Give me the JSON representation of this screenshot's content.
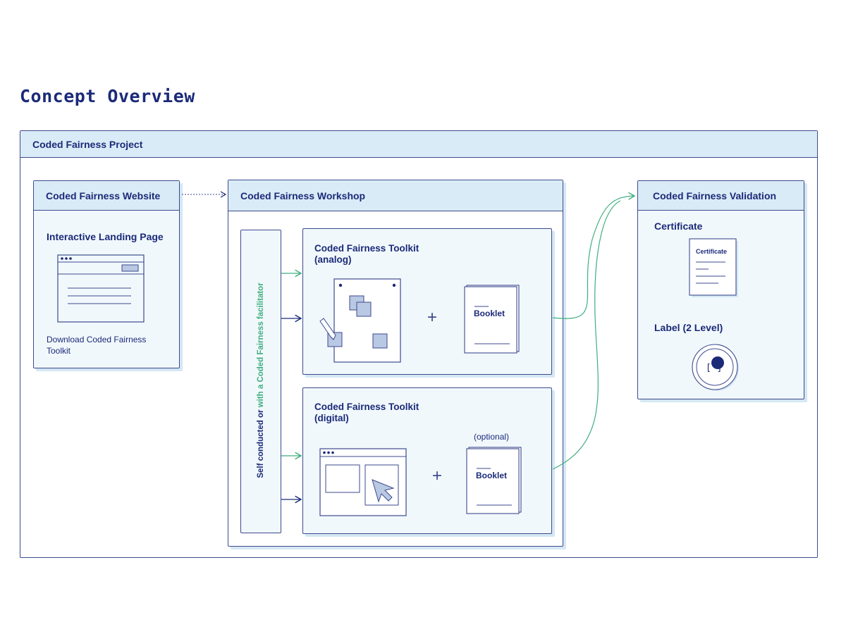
{
  "title": "Concept Overview",
  "project": {
    "label": "Coded Fairness Project"
  },
  "website": {
    "header": "Coded Fairness Website",
    "landing_label": "Interactive Landing Page",
    "download_label": "Download Coded Fairness Toolkit"
  },
  "workshop": {
    "header": "Coded Fairness Workshop",
    "mode_prefix": "Self conducted or ",
    "mode_highlight": "with a Coded Fairness facilitator",
    "analog": {
      "title_line1": "Coded Fairness Toolkit",
      "title_line2": "(analog)",
      "booklet": "Booklet",
      "plus": "+"
    },
    "digital": {
      "title_line1": "Coded Fairness Toolkit",
      "title_line2": "(digital)",
      "optional": "(optional)",
      "booklet": "Booklet",
      "plus": "+"
    }
  },
  "validation": {
    "header": "Coded Fairness Validation",
    "certificate_label": "Certificate",
    "certificate_doc": "Certificate",
    "label_title": "Label (2 Level)",
    "badge_glyph": "[ ]"
  },
  "colors": {
    "navy": "#1b2a78",
    "line": "#3d4a8e",
    "header_bg": "#d9ebf6",
    "panel_bg": "#f1f8fc",
    "green": "#3fae7e",
    "tile": "#b9c8e3"
  }
}
